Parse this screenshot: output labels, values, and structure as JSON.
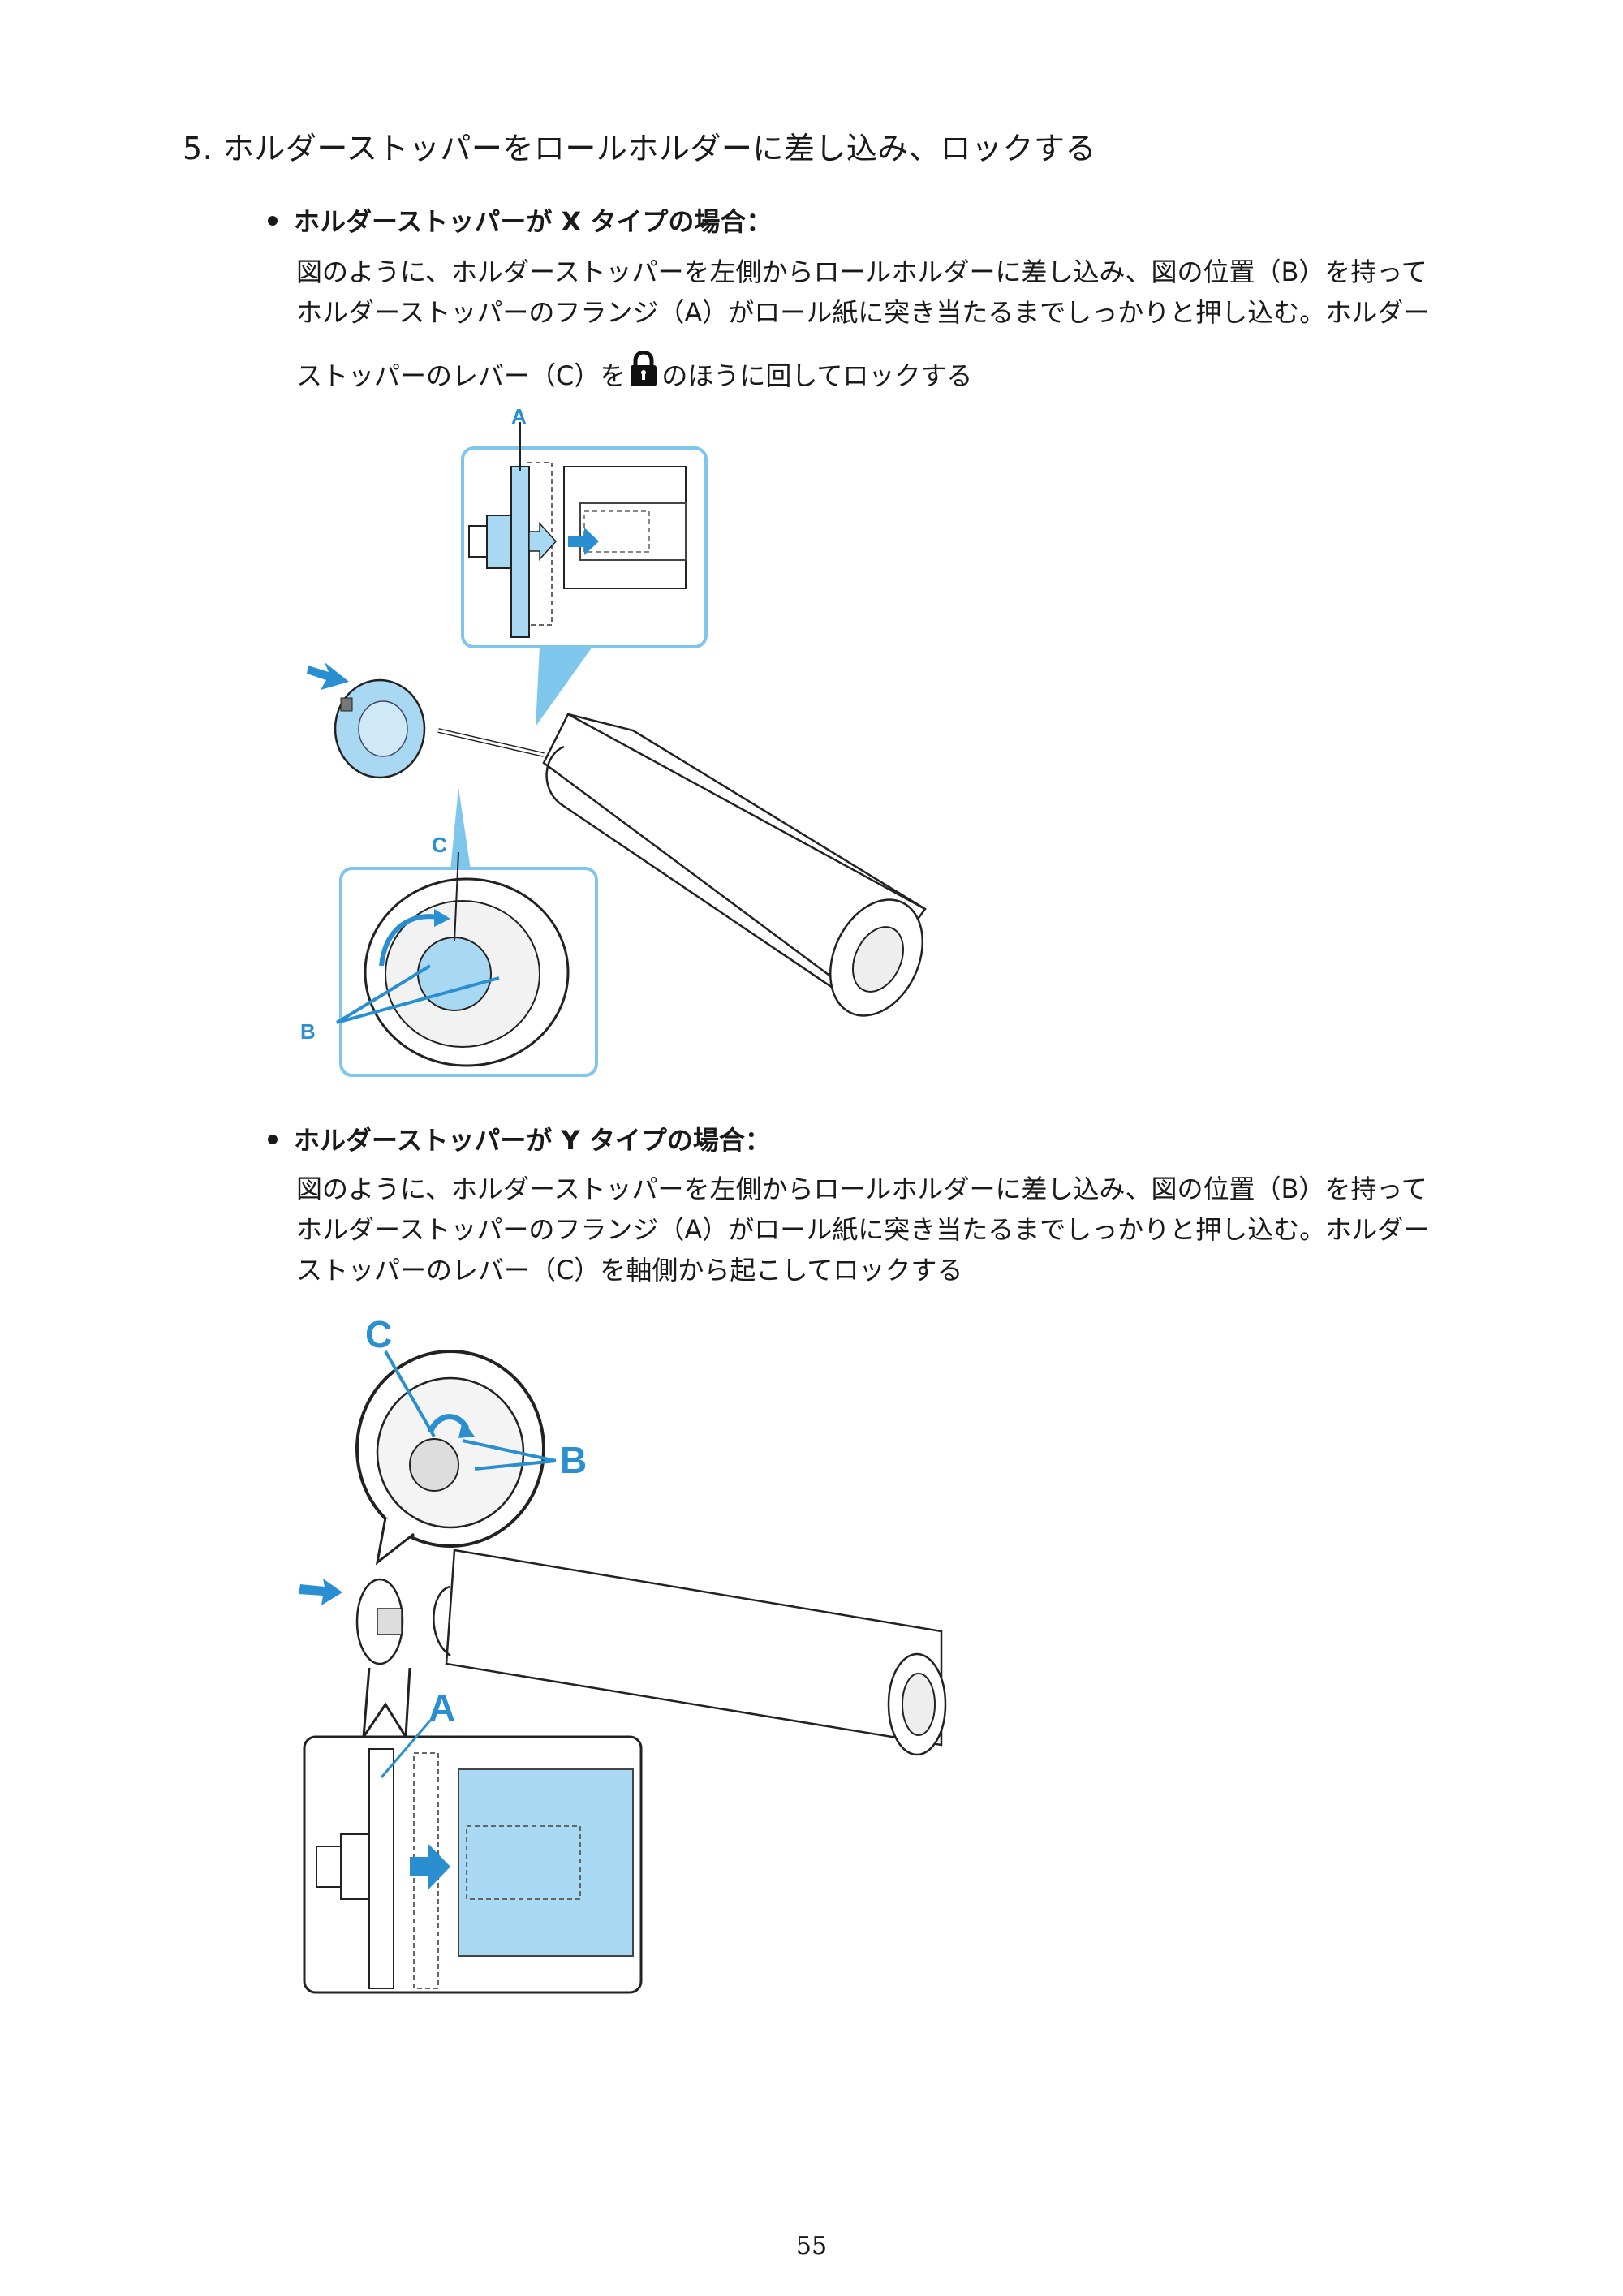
{
  "step": {
    "title": "5. ホルダーストッパーをロールホルダーに差し込み、ロックする"
  },
  "x_type": {
    "heading": "ホルダーストッパーが X タイプの場合：",
    "line1": "図のように、ホルダーストッパーを左側からロールホルダーに差し込み、図の位置（B）を持って",
    "line2": "ホルダーストッパーのフランジ（A）がロール紙に突き当たるまでしっかりと押し込む。ホルダー",
    "line3_before": "ストッパーのレバー（C）を",
    "line3_after": "のほうに回してロックする",
    "lock_icon": "lock-icon",
    "labels": {
      "a": "A",
      "b": "B",
      "c": "C"
    }
  },
  "y_type": {
    "heading": "ホルダーストッパーが Y タイプの場合：",
    "line1": "図のように、ホルダーストッパーを左側からロールホルダーに差し込み、図の位置（B）を持って",
    "line2": "ホルダーストッパーのフランジ（A）がロール紙に突き当たるまでしっかりと押し込む。ホルダー",
    "line3": "ストッパーのレバー（C）を軸側から起こしてロックする",
    "labels": {
      "a": "A",
      "b": "B",
      "c": "C"
    }
  },
  "colors": {
    "accent_blue": "#2a8fd0",
    "light_blue": "#a9d8f2",
    "callout_border": "#7fc6ec"
  },
  "page_number": "55"
}
